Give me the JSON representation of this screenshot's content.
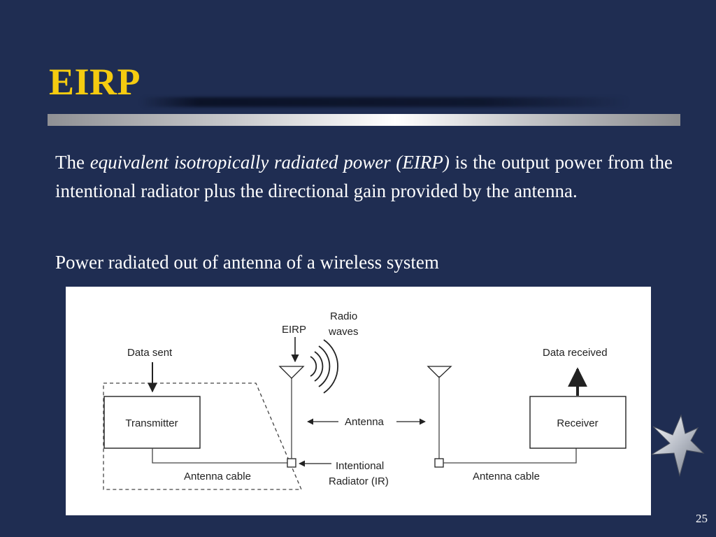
{
  "slide": {
    "title": "EIRP",
    "paragraph": {
      "prefix": "The ",
      "term": "equivalent isotropically radiated power (EIRP)",
      "suffix": " is the output power from the intentional radiator plus the directional gain provided by the antenna."
    },
    "subtitle": "Power radiated out of antenna of a wireless system",
    "page_number": "25"
  },
  "diagram": {
    "data_sent": "Data sent",
    "transmitter": "Transmitter",
    "eirp": "EIRP",
    "radio_waves_line1": "Radio",
    "radio_waves_line2": "waves",
    "antenna": "Antenna",
    "data_received": "Data received",
    "receiver": "Receiver",
    "antenna_cable_left": "Antenna cable",
    "intentional_line1": "Intentional",
    "intentional_line2": "Radiator (IR)",
    "antenna_cable_right": "Antenna cable"
  },
  "colors": {
    "background": "#1f2d52",
    "title": "#f5cb10",
    "text": "#ffffff"
  }
}
